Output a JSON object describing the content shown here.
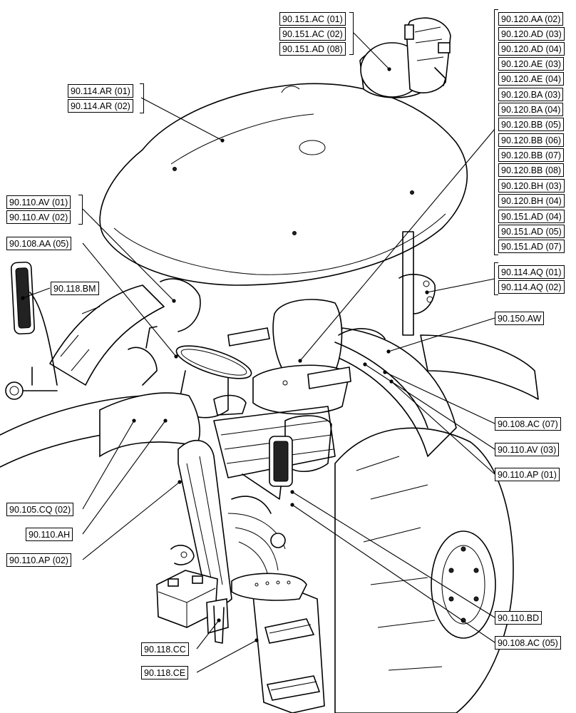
{
  "labels": {
    "l_151ac01": "90.151.AC (01)",
    "l_151ac02": "90.151.AC (02)",
    "l_151ad08": "90.151.AD (08)",
    "l_120aa02": "90.120.AA (02)",
    "l_120ad03": "90.120.AD (03)",
    "l_120ad04": "90.120.AD (04)",
    "l_120ae03": "90.120.AE (03)",
    "l_120ae04": "90.120.AE (04)",
    "l_120ba03": "90.120.BA (03)",
    "l_120ba04": "90.120.BA (04)",
    "l_120bb05": "90.120.BB (05)",
    "l_120bb06": "90.120.BB (06)",
    "l_120bb07": "90.120.BB (07)",
    "l_120bb08": "90.120.BB (08)",
    "l_120bh03": "90.120.BH (03)",
    "l_120bh04": "90.120.BH (04)",
    "l_151ad04": "90.151.AD (04)",
    "l_151ad05": "90.151.AD (05)",
    "l_151ad07": "90.151.AD (07)",
    "l_114ar01": "90.114.AR (01)",
    "l_114ar02": "90.114.AR (02)",
    "l_110av01": "90.110.AV (01)",
    "l_110av02": "90.110.AV (02)",
    "l_108aa05": "90.108.AA (05)",
    "l_118bm": "90.118.BM",
    "l_114aq01": "90.114.AQ (01)",
    "l_114aq02": "90.114.AQ (02)",
    "l_150aw": "90.150.AW",
    "l_108ac07": "90.108.AC (07)",
    "l_110av03": "90.110.AV (03)",
    "l_110ap01": "90.110.AP (01)",
    "l_105cq02": "90.105.CQ (02)",
    "l_110ah": "90.110.AH",
    "l_110ap02": "90.110.AP (02)",
    "l_110bd": "90.110.BD",
    "l_108ac05": "90.108.AC (05)",
    "l_118cc": "90.118.CC",
    "l_118ce": "90.118.CE"
  },
  "icons": {
    "roof": "canopy-roof-icon",
    "seat": "operator-seat-icon",
    "mirror": "rear-view-mirror-icon",
    "battery": "battery-box-icon",
    "steps": "access-steps-icon"
  },
  "colors": {
    "line": "#000000",
    "background": "#ffffff"
  }
}
